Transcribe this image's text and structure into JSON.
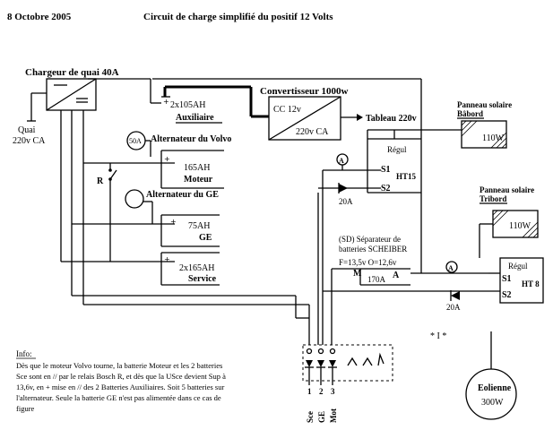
{
  "header": {
    "date": "8 Octobre 2005",
    "title": "Circuit de charge simplifié du positif 12 Volts"
  },
  "charger": {
    "label": "Chargeur de quai 40A",
    "mains_line1": "Quai",
    "mains_line2": "220v CA"
  },
  "aux_battery": {
    "capacity": "2x105AH",
    "name": "Auxiliaire"
  },
  "converter": {
    "title": "Convertisseur 1000w",
    "input": "CC 12v",
    "output": "220v CA",
    "target": "Tableau 220v"
  },
  "volvo_alternator": {
    "label": "Alternateur du Volvo",
    "rating": "50A"
  },
  "engine_battery": {
    "capacity": "165AH",
    "name": "Moteur"
  },
  "relay_label": "R",
  "ge_alternator": {
    "label": "Alternateur du GE"
  },
  "ge_battery": {
    "capacity": "75AH",
    "name": "GE"
  },
  "service_battery": {
    "capacity": "2x165AH",
    "name": "Service"
  },
  "solar_front": {
    "title_line1": "Panneau solaire",
    "title_line2": "Bâbord",
    "power": "110W"
  },
  "solar_right": {
    "title_line1": "Panneau solaire",
    "title_line2": "Tribord",
    "power": "110W"
  },
  "regulator_1": {
    "title": "Régul",
    "model": "HT15",
    "in1": "S1",
    "in2": "S2",
    "ammeter": "A",
    "diode": "20A"
  },
  "regulator_2": {
    "title": "Régul",
    "model": "HT 8",
    "in1": "S1",
    "in2": "S2",
    "ammeter": "A",
    "diode": "20A"
  },
  "separator": {
    "line1": "(SD) Séparateur de",
    "line2": "batteries SCHEIBER",
    "line3": "F=13,5v O=12,6v",
    "terminal_m": "M",
    "terminal_a": "A",
    "rating": "170A"
  },
  "switch_panel": {
    "numbers": [
      "1",
      "2",
      "3"
    ],
    "labels": [
      "Sce",
      "GE",
      "Mot"
    ],
    "star": "* I *"
  },
  "wind": {
    "name": "Eolienne",
    "power": "300W"
  },
  "info": {
    "heading": "Info:",
    "lines": [
      "Dès que le moteur Volvo tourne, la batterie Moteur et les 2 batteries",
      "Sce sont en // par le relais Bosch R, et dès que la USce devient Sup à",
      "13,6v, en + mise en // des 2 Batteries Auxiliaires. Soit 5 batteries sur",
      "l'alternateur. Seule la batterie GE n'est pas alimentée dans ce cas de",
      "figure"
    ]
  }
}
